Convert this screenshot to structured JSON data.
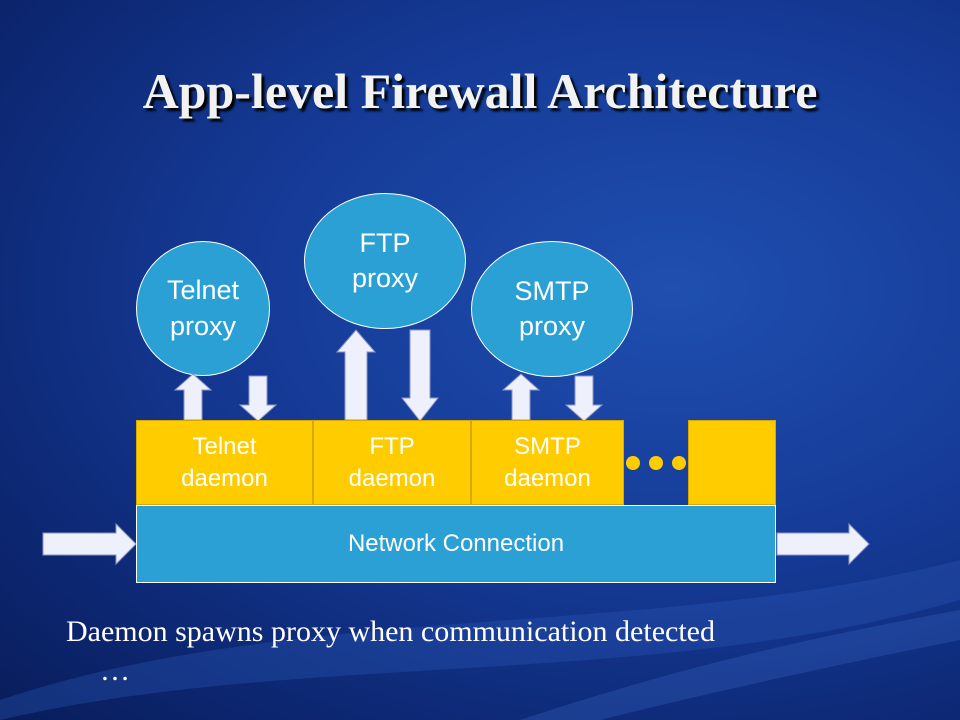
{
  "title": "App-level Firewall Architecture",
  "proxies": {
    "telnet": {
      "line1": "Telnet",
      "line2": "proxy"
    },
    "ftp": {
      "line1": "FTP",
      "line2": "proxy"
    },
    "smtp": {
      "line1": "SMTP",
      "line2": "proxy"
    }
  },
  "daemons": {
    "telnet": {
      "line1": "Telnet",
      "line2": "daemon"
    },
    "ftp": {
      "line1": "FTP",
      "line2": "daemon"
    },
    "smtp": {
      "line1": "SMTP",
      "line2": "daemon"
    }
  },
  "network_label": "Network Connection",
  "caption": {
    "line1": "Daemon spawns proxy when communication detected",
    "line2": "…"
  },
  "colors": {
    "background": "#153a96",
    "proxy_fill": "#2aa0d4",
    "daemon_fill": "#ffcc00",
    "arrow_fill": "#eef0fb"
  }
}
